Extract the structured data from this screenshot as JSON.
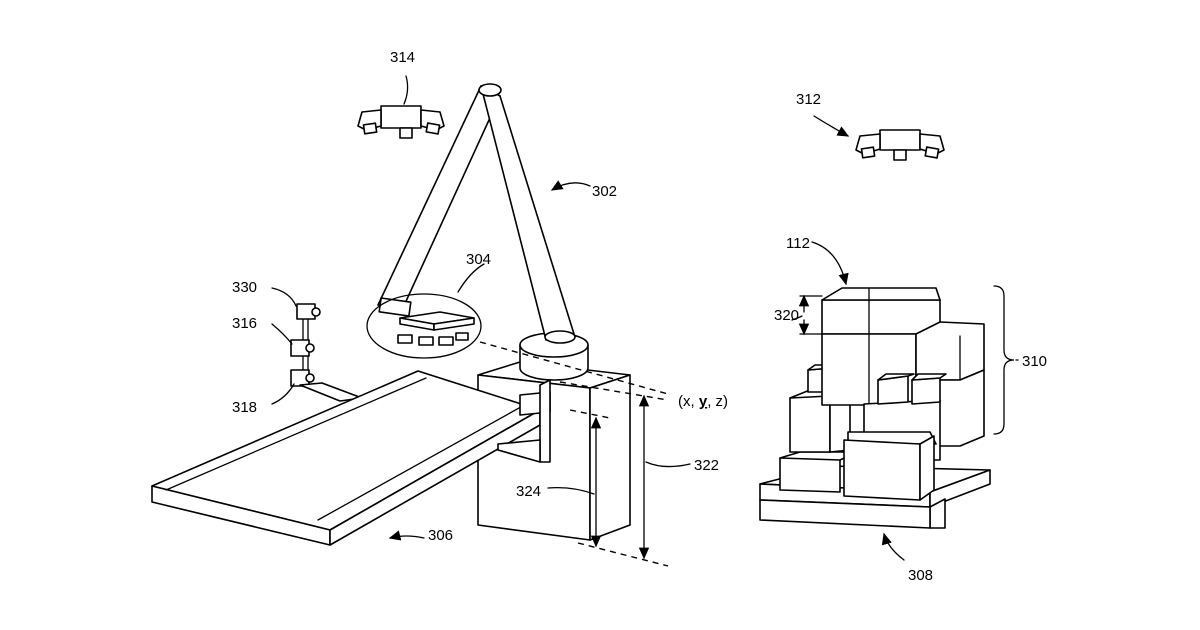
{
  "labels": {
    "ref_302": "302",
    "ref_304": "304",
    "ref_306": "306",
    "ref_308": "308",
    "ref_310": "310",
    "ref_312": "312",
    "ref_314": "314",
    "ref_316": "316",
    "ref_318": "318",
    "ref_320": "320",
    "ref_322": "322",
    "ref_324": "324",
    "ref_330": "330",
    "ref_112": "112",
    "coord_open": "(x, ",
    "coord_y": "y",
    "coord_close": ", z)"
  }
}
